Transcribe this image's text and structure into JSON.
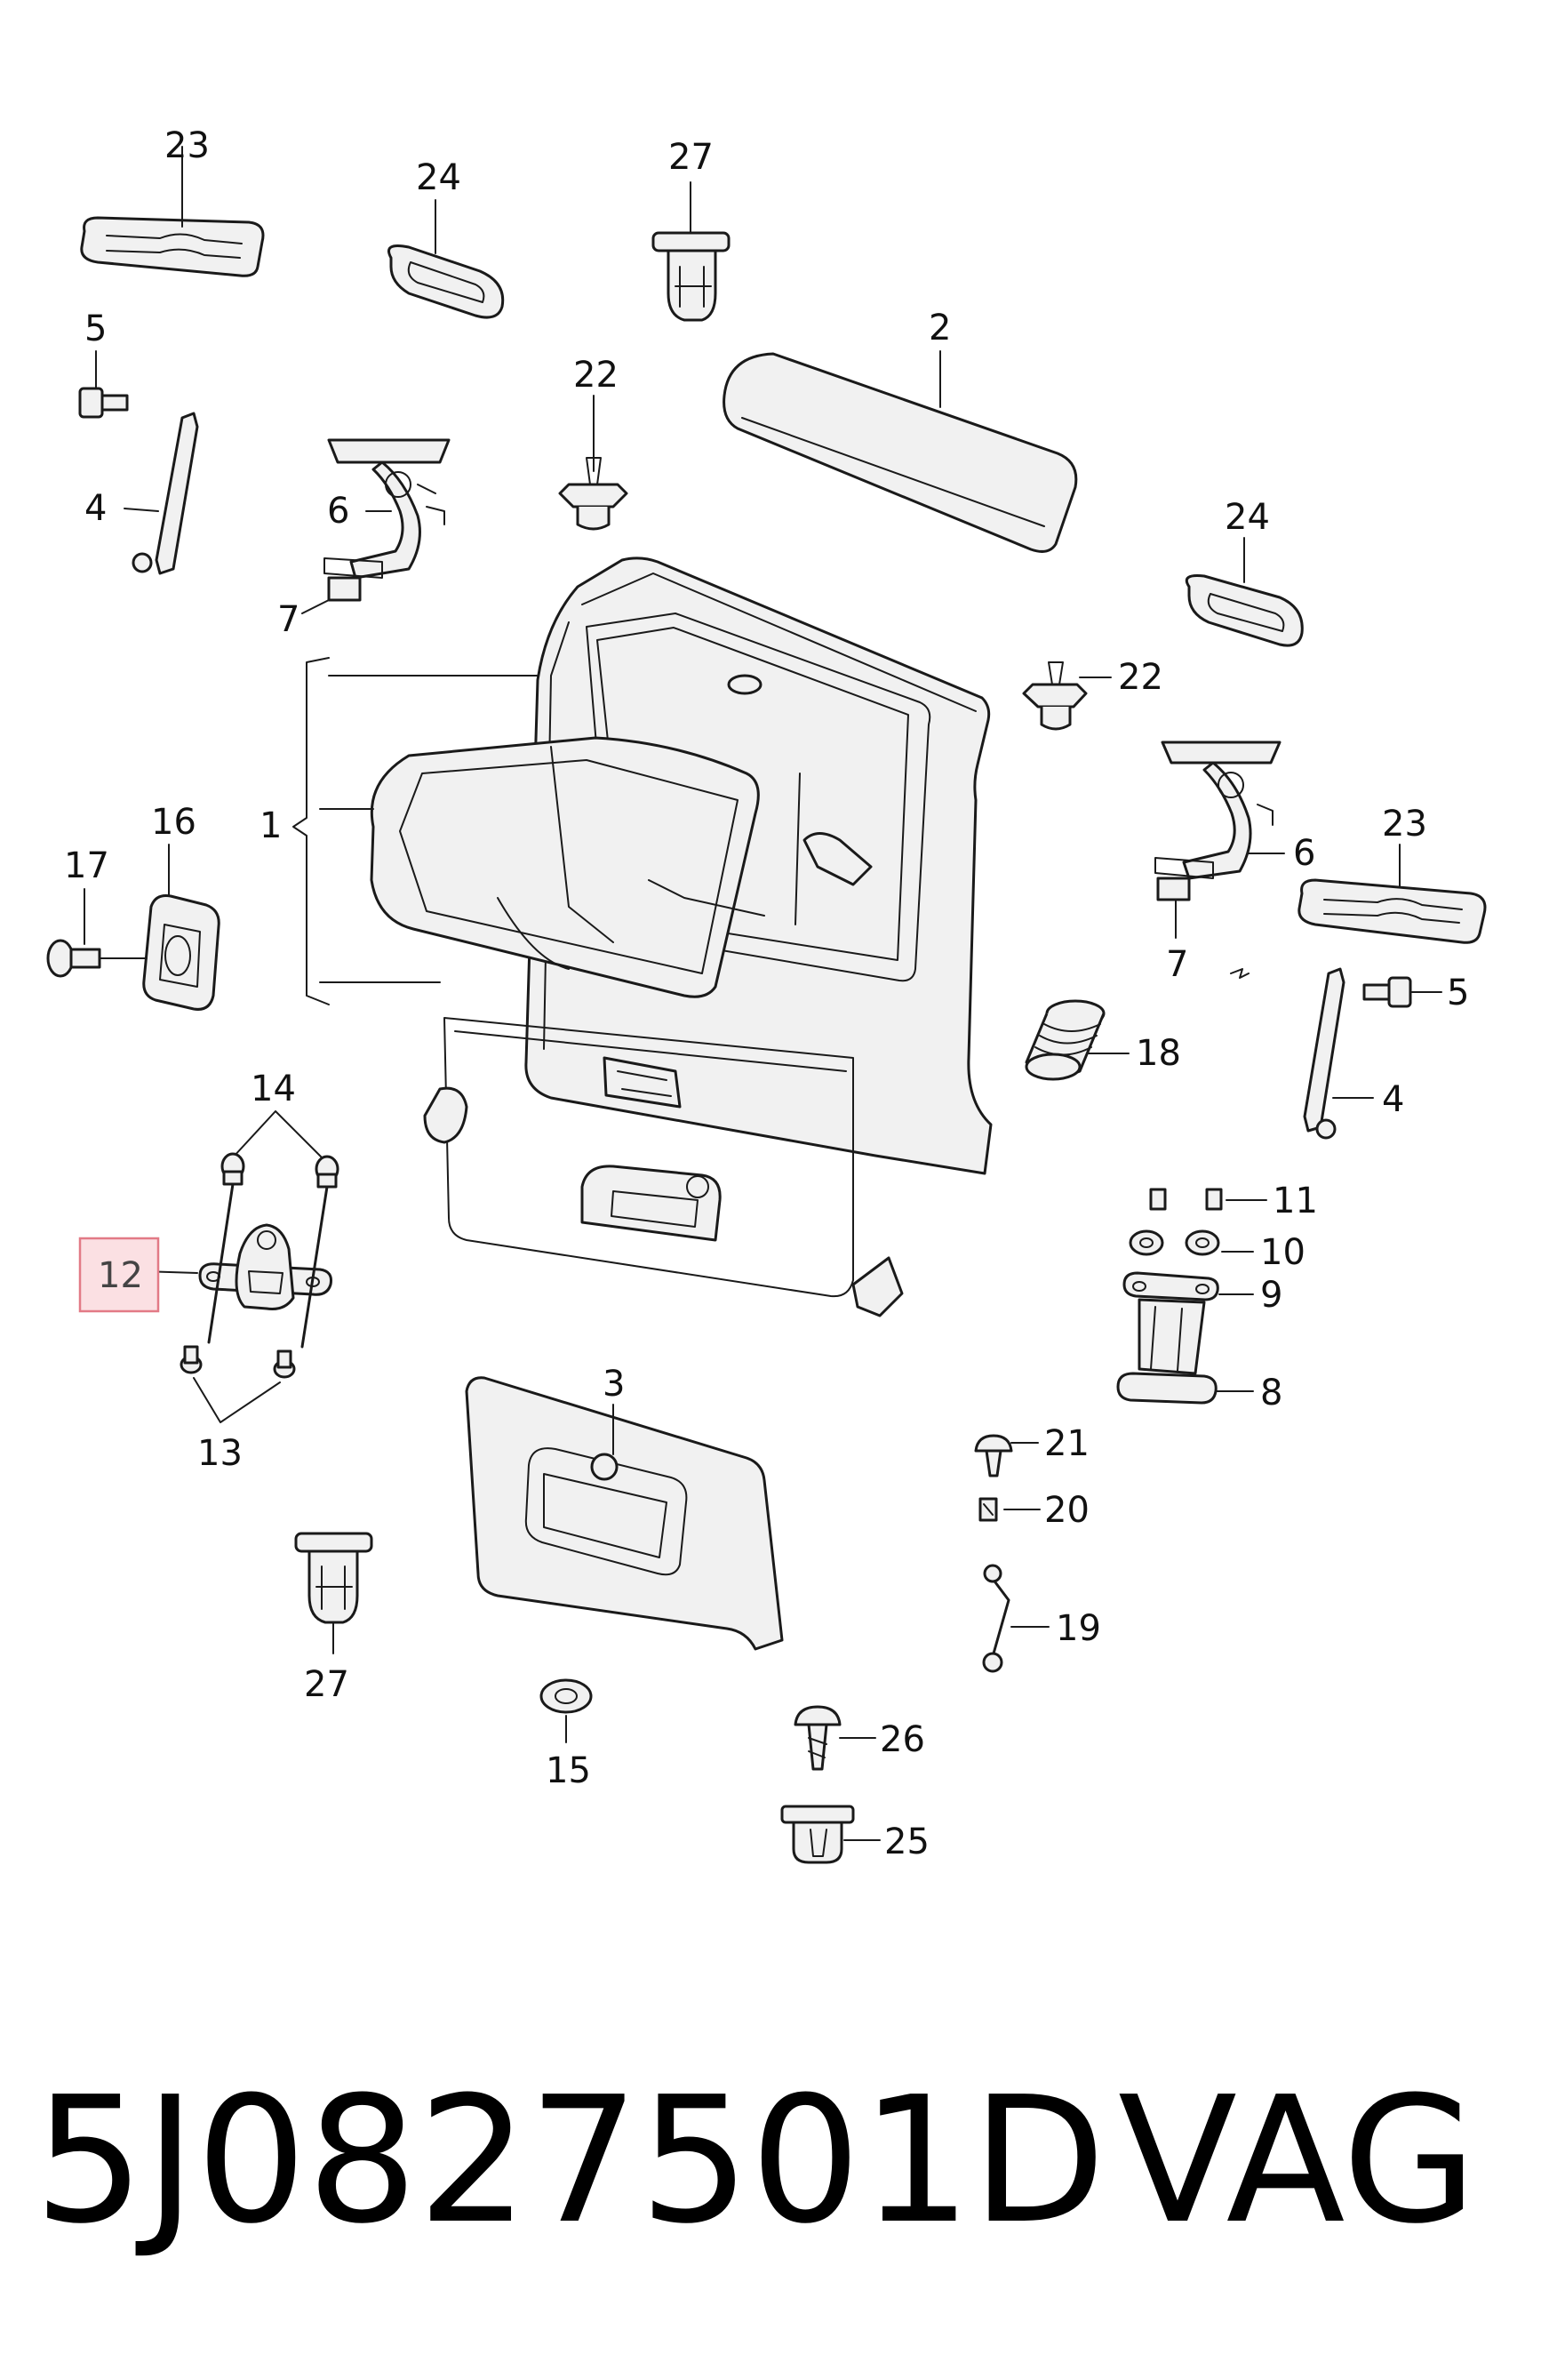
{
  "diagram": {
    "callouts": {
      "c23a": "23",
      "c24a": "24",
      "c27a": "27",
      "c2": "2",
      "c5a": "5",
      "c22a": "22",
      "c4a": "4",
      "c6a": "6",
      "c7a": "7",
      "c24b": "24",
      "c22b": "22",
      "c1": "1",
      "c16": "16",
      "c17": "17",
      "c6b": "6",
      "c23b": "23",
      "c7b": "7",
      "c5b": "5",
      "c18": "18",
      "c14": "14",
      "c4b": "4",
      "c11": "11",
      "c12": "12",
      "c10": "10",
      "c9": "9",
      "c13": "13",
      "c3": "3",
      "c8": "8",
      "c21": "21",
      "c20": "20",
      "c27b": "27",
      "c19": "19",
      "c15": "15",
      "c26": "26",
      "c25": "25"
    },
    "highlighted_callout": "12",
    "highlight_color": "#fbe0e3"
  },
  "footer": {
    "part_number": "5J0827501D",
    "brand": "VAG"
  }
}
